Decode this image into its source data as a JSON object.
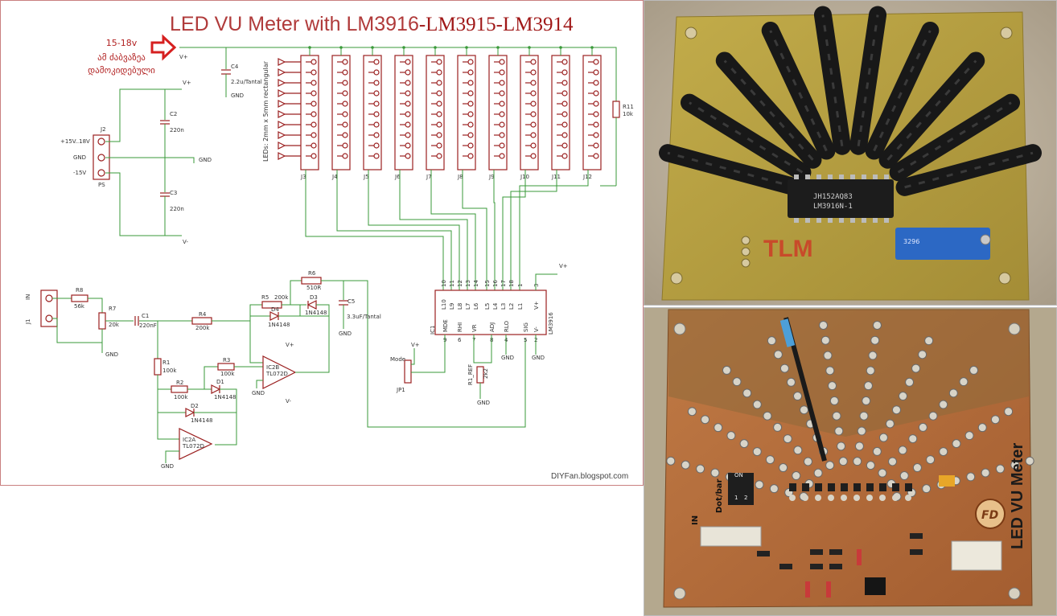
{
  "title": {
    "main": "LED VU Meter with LM3916",
    "sub": "-LM3915-LM3914"
  },
  "note": {
    "voltage": "15-18v",
    "line1": "ამ ძაბვაზეა",
    "line2": "დამოკიდებული"
  },
  "credit": "DIYFan.blogspot.com",
  "labels": {
    "vplus": "V+",
    "vminus": "V-",
    "gnd": "GND",
    "c4": "C4",
    "c4_val": "2.2u/Tantal",
    "c2": "C2",
    "c2_val": "220n",
    "c3": "C3",
    "c3_val": "220n",
    "j2": "J2",
    "ps": "PS",
    "pin_p15": "+15V..18V",
    "pin_gnd": "GND",
    "pin_m15": "-15V",
    "leds_note": "LEDs: 2mm x 5mm rectangular",
    "r11": "R11",
    "r11_val": "10k",
    "in": "IN",
    "j1": "J1",
    "r8": "R8",
    "r8_val": "56k",
    "r7": "R7",
    "r7_val": "20k",
    "c1": "C1",
    "c1_val": "220nF",
    "r4": "R4",
    "r4_val": "200k",
    "r1": "R1",
    "r1_val": "100k",
    "r2": "R2",
    "r2_val": "100k",
    "r3": "R3",
    "r3_val": "100k",
    "d1": "D1",
    "d1_val": "1N4148",
    "d2": "D2",
    "d2_val": "1N4148",
    "d3": "D3",
    "d3_val": "1N4148",
    "d4": "D4",
    "d4_val": "1N4148",
    "r5": "R5",
    "r5_val": "200k",
    "r6": "R6",
    "r6_val": "510R",
    "c5": "C5",
    "c5_val": "3.3uF/Tantal",
    "ic2a": "IC2A",
    "ic2a_val": "TL072D",
    "ic2b": "IC2B",
    "ic2b_val": "TL072D",
    "ic1": "IC1",
    "ic1_val": "LM3916",
    "mode": "Mode",
    "jp1": "JP1",
    "r1ref": "R1_REF",
    "r1ref_val": "2k2",
    "ic_pins": [
      "L10",
      "L9",
      "L8",
      "L7",
      "L6",
      "L5",
      "L4",
      "L3",
      "L2",
      "L1",
      "V+"
    ],
    "ic_pins_bottom": [
      "MDE",
      "RHI",
      "VR",
      "ADJ",
      "RLO",
      "SIG",
      "V-"
    ],
    "ic_pin_nums_top": [
      "10",
      "11",
      "12",
      "13",
      "14",
      "15",
      "16",
      "17",
      "18",
      "1",
      "3"
    ],
    "ic_pin_nums_bottom": [
      "9",
      "6",
      "7",
      "8",
      "4",
      "5",
      "2"
    ],
    "connectors": [
      "J3",
      "J4",
      "J5",
      "J6",
      "J7",
      "J8",
      "J9",
      "J10",
      "J11",
      "J12"
    ]
  },
  "photo_top": {
    "chip_text1": "JH152AQ83",
    "chip_text2": "LM3916N-1",
    "silk": "TLM",
    "pot_text": "3296"
  },
  "photo_bottom": {
    "brand": "LED VU Meter",
    "logo": "FD",
    "switch_label": "Dot/bar",
    "in_label": "IN",
    "sw_on": "ON",
    "sw_1": "1",
    "sw_2": "2"
  },
  "colors": {
    "wire": "#3a9a3a",
    "part": "#9b2020",
    "title": "#b03a3a",
    "pcb_top": "#b39a3a",
    "pcb_bottom": "#b4693a"
  }
}
